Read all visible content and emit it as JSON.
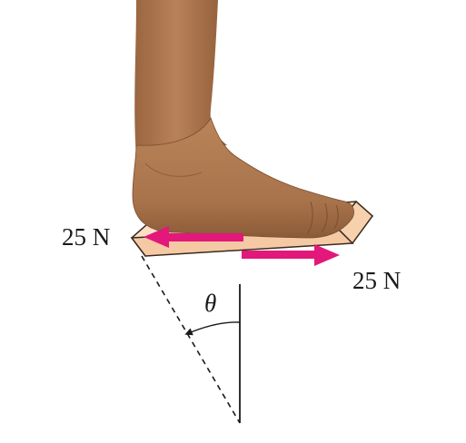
{
  "diagram": {
    "force_left_label": "25 N",
    "force_right_label": "25 N",
    "angle_label": "θ"
  },
  "colors": {
    "arrow": "#e2187a",
    "skin": "#b07a52",
    "skin_shadow": "#8a5a38",
    "block_top": "#fbe0c6",
    "block_side": "#f4c9a4",
    "block_edge": "#3a2a1e",
    "line": "#1a1a1a"
  },
  "icons": [
    "foot-illustration",
    "shear-block",
    "left-force-arrow",
    "right-force-arrow",
    "angle-arc"
  ]
}
